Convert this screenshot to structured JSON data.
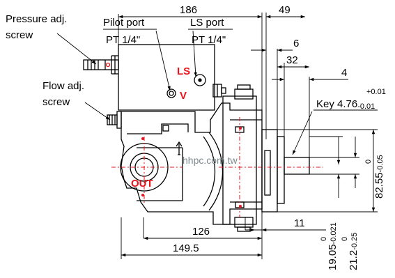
{
  "colors": {
    "line": "#000000",
    "accent": "#e8141b",
    "watermark": "#7d8b8e"
  },
  "labels": {
    "pressure": [
      "Pressure adj.",
      "screw"
    ],
    "flow": [
      "Flow adj.",
      "screw"
    ],
    "pilot": [
      "Pilot port",
      "PT 1/4\""
    ],
    "ls_port": [
      "LS port",
      "PT 1/4\""
    ],
    "key": {
      "main": "Key 4.76",
      "tol_plus": "+0.01",
      "tol_minus": "-0.01"
    }
  },
  "markers": {
    "ls": "LS",
    "v": "V",
    "out": "OUT"
  },
  "watermark": "hhpc.com.tw",
  "dimensions": {
    "d186": "186",
    "d49": "49",
    "d6": "6",
    "d32": "32",
    "d4": "4",
    "d126": "126",
    "d11": "11",
    "d149": "149.5",
    "d82": {
      "main": "82.55",
      "tol_upper": "0",
      "tol_lower": "-0.05"
    },
    "d19": {
      "main": "19.05",
      "tol_upper": "0",
      "tol_lower": "-0.021"
    },
    "d21": {
      "main": "21.2",
      "tol_upper": "0",
      "tol_lower": "-0.25"
    }
  }
}
